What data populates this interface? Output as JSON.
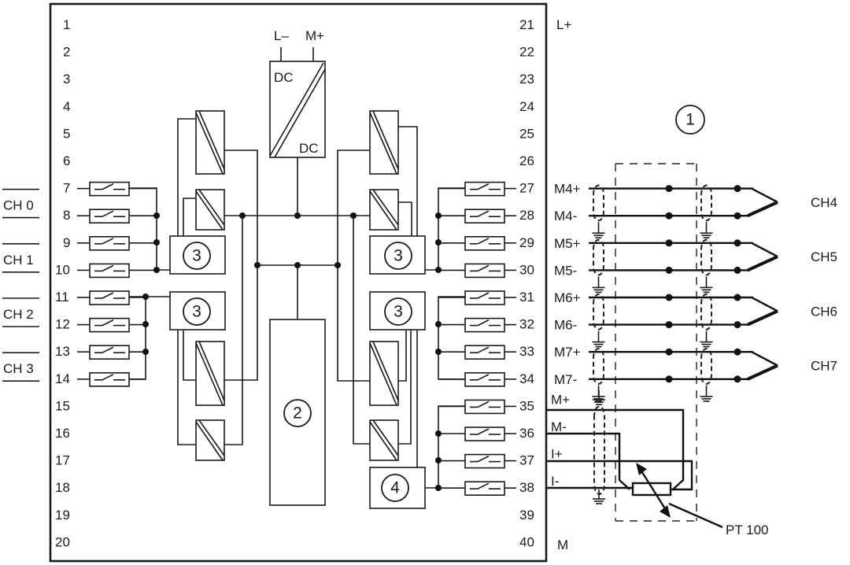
{
  "diagram": {
    "title": "Analog input module wiring diagram",
    "left_pins": [
      "1",
      "2",
      "3",
      "4",
      "5",
      "6",
      "7",
      "8",
      "9",
      "10",
      "11",
      "12",
      "13",
      "14",
      "15",
      "16",
      "17",
      "18",
      "19",
      "20"
    ],
    "right_pins": [
      "21",
      "22",
      "23",
      "24",
      "25",
      "26",
      "27",
      "28",
      "29",
      "30",
      "31",
      "32",
      "33",
      "34",
      "35",
      "36",
      "37",
      "38",
      "39",
      "40"
    ],
    "left_channels": [
      "CH 0",
      "CH 1",
      "CH 2",
      "CH 3"
    ],
    "power": {
      "top_labels": [
        "L–",
        "M+"
      ],
      "converter_in": "DC",
      "converter_out": "DC"
    },
    "right_terminal_labels": {
      "l_plus": "L+",
      "m": "M",
      "thermo": [
        "M4+",
        "M4-",
        "M5+",
        "M5-",
        "M6+",
        "M6-",
        "M7+",
        "M7-"
      ],
      "rtd": [
        "M+",
        "M-",
        "I+",
        "I-"
      ]
    },
    "thermocouple_channels": [
      "CH4",
      "CH5",
      "CH6",
      "CH7"
    ],
    "callouts": {
      "shield_area": "1",
      "adc": "2",
      "multiplexer": "3",
      "current_source": "4"
    },
    "sensor_label": "PT 100",
    "icons": [
      "switch-icon",
      "isolation-converter-icon",
      "ground-icon",
      "thermocouple-icon",
      "resistor-icon",
      "arrow-icon"
    ]
  }
}
